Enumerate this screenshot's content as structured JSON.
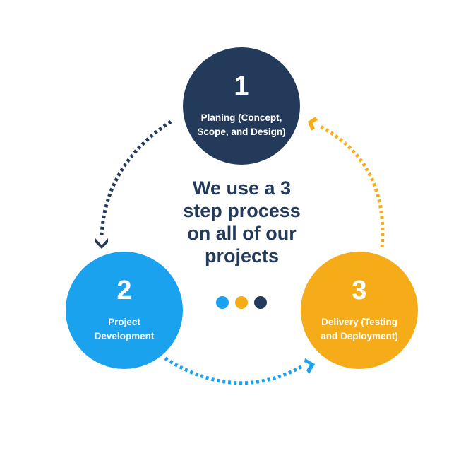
{
  "headline": "We use a 3\nstep process\non all of our\nprojects",
  "steps": [
    {
      "number": "1",
      "label": "Planing (Concept,\nScope, and Design)",
      "color": "#233a5a"
    },
    {
      "number": "2",
      "label": "Project\nDevelopment",
      "color": "#1ba2ee"
    },
    {
      "number": "3",
      "label": "Delivery (Testing\nand Deployment)",
      "color": "#f5ac18"
    }
  ],
  "colors": {
    "navy": "#233a5a",
    "blue": "#1ba2ee",
    "yellow": "#f5ac18",
    "text": "#233a5a"
  },
  "arrows": [
    {
      "from": "1",
      "to": "2",
      "color": "#233a5a"
    },
    {
      "from": "2",
      "to": "3",
      "color": "#1ba2ee"
    },
    {
      "from": "3",
      "to": "1",
      "color": "#f5ac18"
    }
  ],
  "dots": [
    "#1ba2ee",
    "#f5ac18",
    "#233a5a"
  ]
}
